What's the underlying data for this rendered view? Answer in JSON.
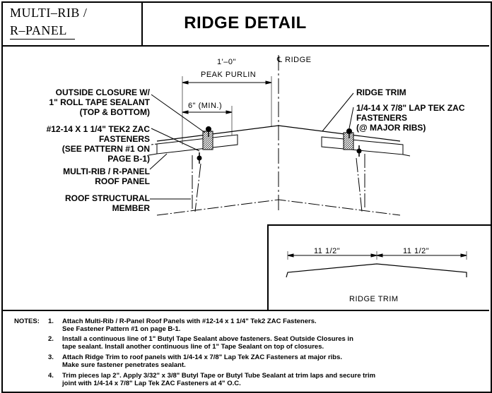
{
  "header": {
    "series_line1": "MULTI–RIB  /",
    "series_line2": "R–PANEL",
    "title": "RIDGE DETAIL"
  },
  "labels": {
    "ridge_marker": "℄ RIDGE",
    "peak_purlin_dim": "1'–0\"",
    "peak_purlin": "PEAK PURLIN",
    "min_dim": "6\"  (MIN.)",
    "outside_closure": "OUTSIDE CLOSURE W/\n1\" ROLL TAPE SEALANT\n(TOP & BOTTOM)",
    "fasteners_left": "#12-14 X 1 1/4\" TEK2 ZAC\nFASTENERS\n(SEE PATTERN #1 ON\nPAGE B-1)",
    "roof_panel": "MULTI-RIB / R-PANEL\nROOF PANEL",
    "structural_member": "ROOF STRUCTURAL\nMEMBER",
    "ridge_trim": "RIDGE TRIM",
    "fasteners_right": "1/4-14 X 7/8\" LAP TEK ZAC\nFASTENERS\n(@ MAJOR RIBS)"
  },
  "trim_detail": {
    "left_dim": "11  1/2\"",
    "right_dim": "11  1/2\"",
    "caption": "RIDGE TRIM"
  },
  "notes": {
    "heading": "NOTES:",
    "items": [
      {
        "num": "1.",
        "line1": "Attach Multi-Rib / R-Panel Roof Panels with #12-14 x 1 1/4\" Tek2 ZAC Fasteners.",
        "line2": "See Fastener Pattern #1 on page B-1."
      },
      {
        "num": "2.",
        "line1": "Install a continuous line of 1\" Butyl Tape Sealant above fasteners. Seat Outside Closures in",
        "line2": "tape sealant.  Install another continuous line of 1\" Tape Sealant on top of closures."
      },
      {
        "num": "3.",
        "line1": "Attach Ridge Trim to roof panels with 1/4-14 x 7/8\" Lap Tek ZAC Fasteners at major ribs.",
        "line2": "Make sure fastener penetrates sealant."
      },
      {
        "num": "4.",
        "line1": "Trim pieces lap 2\".  Apply 3/32\" x 3/8\" Butyl Tape or Butyl Tube Sealant at trim laps and secure trim",
        "line2": "joint with 1/4-14 x 7/8\" Lap Tek ZAC Fasteners at 4\" O.C."
      }
    ]
  }
}
